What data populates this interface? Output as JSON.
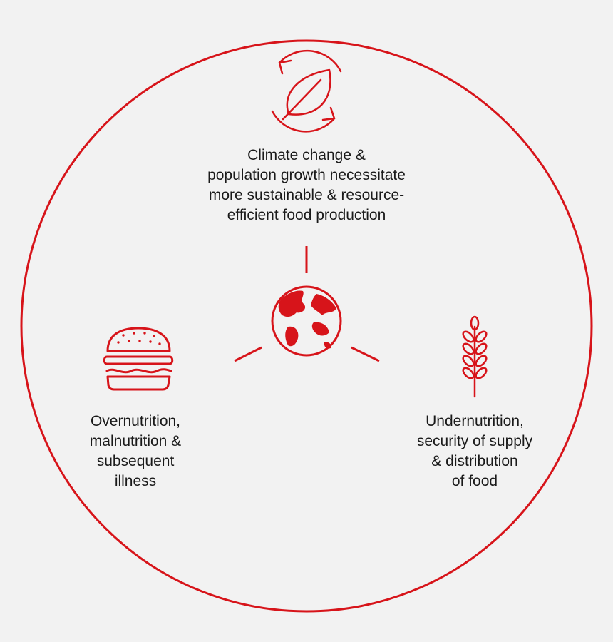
{
  "colors": {
    "accent": "#d7141a",
    "background": "#f2f2f2",
    "text": "#1a1a1a"
  },
  "center": {
    "icon": "globe-icon"
  },
  "nodes": {
    "top": {
      "icon": "leaf-cycle-icon",
      "lines": [
        "Climate change &",
        "population growth necessitate",
        "more sustainable & resource-",
        "efficient food production"
      ]
    },
    "left": {
      "icon": "burger-icon",
      "lines": [
        "Overnutrition,",
        "malnutrition &",
        "subsequent",
        "illness"
      ]
    },
    "right": {
      "icon": "wheat-icon",
      "lines": [
        "Undernutrition,",
        "security of supply",
        "& distribution",
        "of food"
      ]
    }
  }
}
